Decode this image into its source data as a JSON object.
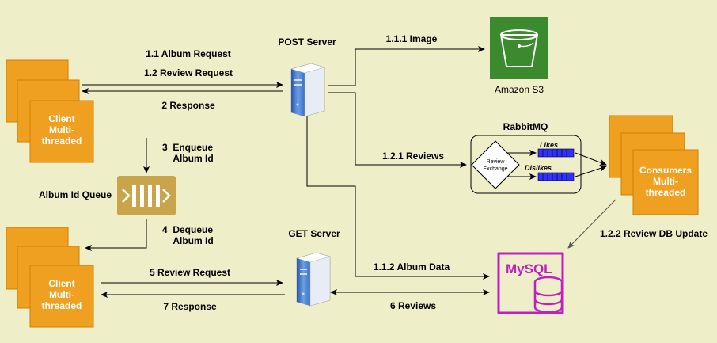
{
  "nodes": {
    "client_top": "Client\nMulti-\nthreaded",
    "client_bottom": "Client\nMulti-\nthreaded",
    "post_server": "POST Server",
    "get_server": "GET Server",
    "amazon_s3": "Amazon S3",
    "rabbitmq": "RabbitMQ",
    "review_exchange": "Review\nExchange",
    "likes": "Likes",
    "dislikes": "Dislikes",
    "consumers": "Consumers\nMulti-\nthreaded",
    "album_queue": "Album Id Queue",
    "mysql": "MySQL"
  },
  "edges": {
    "album_request": "1.1 Album Request",
    "review_request_top": "1.2 Review Request",
    "response_top": "2 Response",
    "enqueue": "3  Enqueue\n    Album Id",
    "dequeue": "4  Dequeue\n    Album Id",
    "review_request_bottom": "5 Review Request",
    "response_bottom": "7 Response",
    "image": "1.1.1 Image",
    "reviews": "1.2.1 Reviews",
    "album_data": "1.1.2 Album Data",
    "six_reviews": "6 Reviews",
    "review_db_update": "1.2.2 Review DB Update"
  },
  "colors": {
    "background": "#eeeec8",
    "client_fill": "#f0a020",
    "s3_green": "#3c8a2e",
    "queue_gold": "#c9a44a",
    "mysql_magenta": "#c020c0",
    "server_blue": "#3d6fc0",
    "queue_blue": "#3030ff"
  }
}
